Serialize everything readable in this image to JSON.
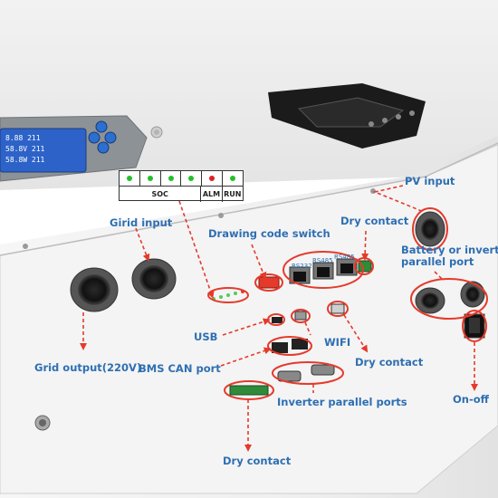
{
  "soc_panel": {
    "indicators": [
      {
        "color": "#22c02a"
      },
      {
        "color": "#22c02a"
      },
      {
        "color": "#22c02a"
      },
      {
        "color": "#22c02a"
      },
      {
        "color": "#e02020"
      },
      {
        "color": "#22c02a"
      }
    ],
    "soc_label": "SOC",
    "alm_label": "ALM",
    "run_label": "RUN"
  },
  "labels": {
    "pv_input": "PV input",
    "grid_input": "Girid input",
    "drawing_code_switch": "Drawing code switch",
    "dry_contact_top": "Dry contact",
    "battery_parallel_line1": "Battery or inverter",
    "battery_parallel_line2": "parallel port",
    "grid_output": "Grid output(220V)",
    "usb": "USB",
    "wifi": "WIFI",
    "dry_contact_mid": "Dry contact",
    "bms_can_port": "BMS CAN port",
    "inverter_parallel_ports": "Inverter parallel ports",
    "on_off": "On-off",
    "dry_contact_bottom": "Dry contact"
  },
  "port_labels": {
    "rs232": "RS232",
    "rs485_a": "RS485",
    "rs485_b": "RS485"
  },
  "colors": {
    "label_text": "#2e6fb2",
    "callout_red": "#e53a2b",
    "case_white": "#f3f3f3",
    "lcd_blue": "#2d63c8",
    "panel_dark": "#1b1b1b"
  },
  "icons": {
    "lcd_screen": "lcd-display-icon",
    "power_switch": "power-switch-icon"
  }
}
